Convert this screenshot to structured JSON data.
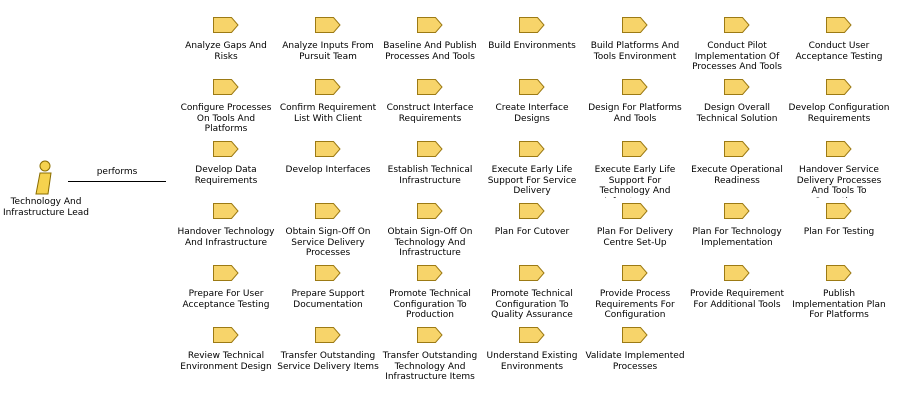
{
  "role": {
    "label": "Technology And Infrastructure Lead",
    "icon": "role-icon",
    "fill_color": "#f5d24e",
    "stroke_color": "#8a6d00"
  },
  "relationship": {
    "label": "performs"
  },
  "process_icon": {
    "name": "process-icon",
    "fill_color": "#f7d46a",
    "stroke_color": "#9c7a14"
  },
  "processes": [
    "Analyze Gaps And Risks",
    "Analyze Inputs From Pursuit Team",
    "Baseline And Publish Processes And Tools",
    "Build Environments",
    "Build Platforms And Tools Environment",
    "Conduct Pilot Implementation Of Processes And Tools",
    "Conduct User Acceptance Testing",
    "Configure Processes On Tools And Platforms",
    "Confirm Requirement List With Client",
    "Construct Interface Requirements",
    "Create Interface Designs",
    "Design For Platforms And Tools",
    "Design Overall Technical Solution",
    "Develop Configuration Requirements",
    "Develop Data Requirements",
    "Develop Interfaces",
    "Establish Technical Infrastructure",
    "Execute Early Life Support For Service Delivery",
    "Execute Early Life Support For Technology And Infrastructure",
    "Execute Operational Readiness",
    "Handover Service Delivery Processes And Tools To Operations",
    "Handover Technology And Infrastructure",
    "Obtain Sign-Off On Service Delivery Processes",
    "Obtain Sign-Off On Technology And Infrastructure",
    "Plan For Cutover",
    "Plan For Delivery Centre Set-Up",
    "Plan For Technology Implementation",
    "Plan For Testing",
    "Prepare For User Acceptance Testing",
    "Prepare Support Documentation",
    "Promote Technical Configuration To Production",
    "Promote Technical Configuration To Quality Assurance",
    "Provide Process Requirements For Configuration",
    "Provide Requirement For Additional Tools",
    "Publish Implementation Plan For Platforms",
    "Review Technical Environment Design",
    "Transfer Outstanding Service Delivery Items",
    "Transfer Outstanding Technology And Infrastructure Items",
    "Understand Existing Environments",
    "Validate Implemented Processes"
  ]
}
